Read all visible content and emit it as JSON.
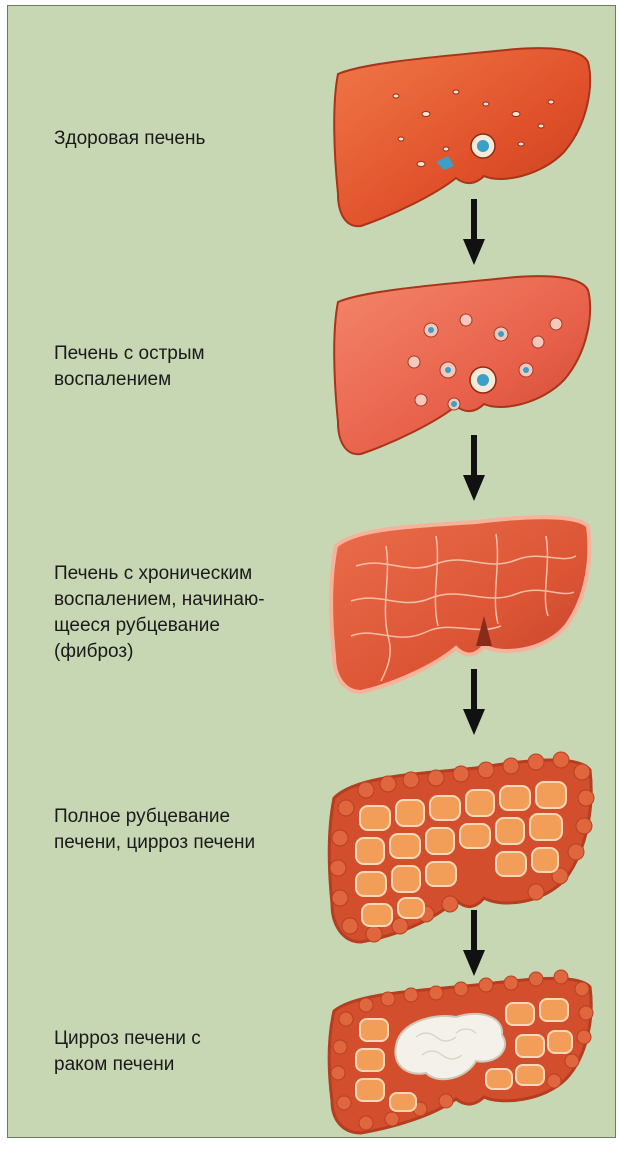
{
  "stages": [
    {
      "label": "Здоровая печень",
      "state": "healthy"
    },
    {
      "label": "Печень с острым\nвоспалением",
      "state": "acute-inflammation"
    },
    {
      "label": "Печень с хроническим\nвоспалением, начинаю-\nщееся рубцевание\n(фиброз)",
      "state": "chronic-inflammation-fibrosis"
    },
    {
      "label": "Полное рубцевание\nпечени, цирроз печени",
      "state": "cirrhosis"
    },
    {
      "label": "Цирроз печени с\nраком печени",
      "state": "cirrhosis-with-cancer"
    }
  ],
  "colors": {
    "background": "#c7d7b4",
    "healthy_liver": "#e5562a",
    "inflamed_liver": "#e96a4e",
    "fibrotic_liver": "#df5a3a",
    "cirrhotic_liver": "#f09a52",
    "nodule_border": "#d8512f",
    "tumor": "#f4f1ea",
    "arrow": "#111111"
  }
}
